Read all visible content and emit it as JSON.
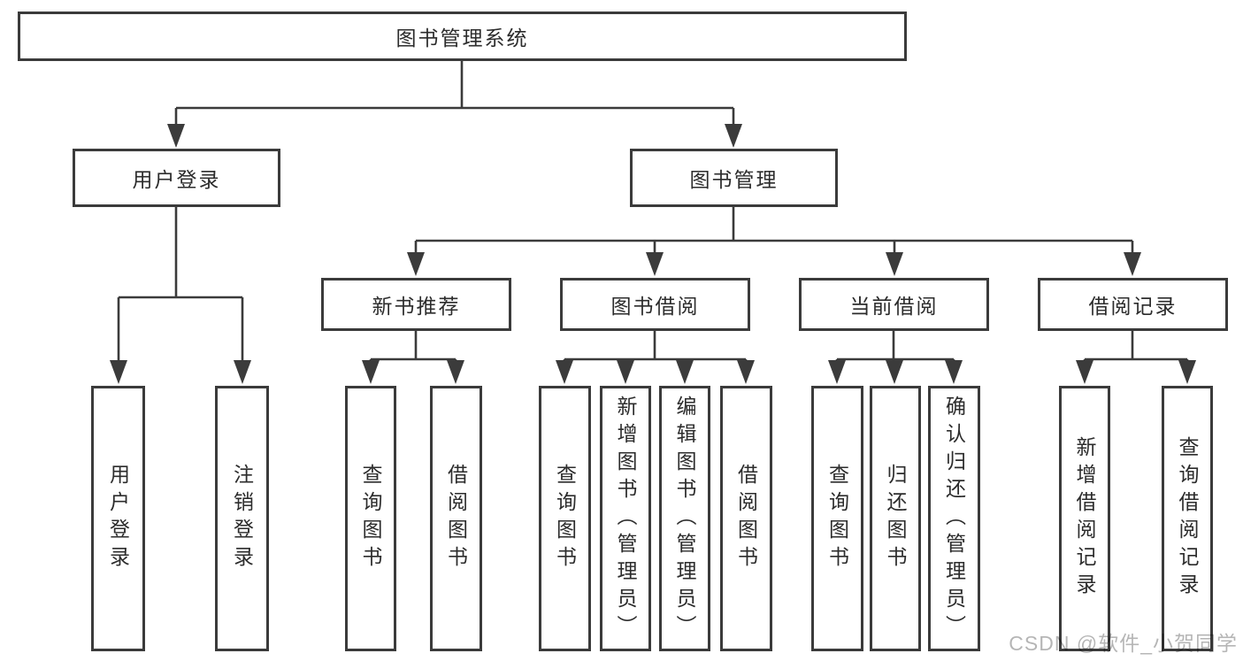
{
  "diagram": {
    "tree": {
      "label": "图书管理系统",
      "children": [
        {
          "label": "用户登录",
          "children": [
            {
              "label": "用户登录"
            },
            {
              "label": "注销登录"
            }
          ]
        },
        {
          "label": "图书管理",
          "children": [
            {
              "label": "新书推荐",
              "children": [
                {
                  "label": "查询图书"
                },
                {
                  "label": "借阅图书"
                }
              ]
            },
            {
              "label": "图书借阅",
              "children": [
                {
                  "label": "查询图书"
                },
                {
                  "label": "新增图书（管理员）"
                },
                {
                  "label": "编辑图书（管理员）"
                },
                {
                  "label": "借阅图书"
                }
              ]
            },
            {
              "label": "当前借阅",
              "children": [
                {
                  "label": "查询图书"
                },
                {
                  "label": "归还图书"
                },
                {
                  "label": "确认归还（管理员）"
                }
              ]
            },
            {
              "label": "借阅记录",
              "children": [
                {
                  "label": "新增借阅记录"
                },
                {
                  "label": "查询借阅记录"
                }
              ]
            }
          ]
        }
      ]
    },
    "colors": {
      "line": "#3b3b3b",
      "text": "#2c2c2c",
      "background": "#ffffff",
      "watermark": "#b5b5b5"
    }
  },
  "watermark": {
    "text": "CSDN @软件_小贺同学"
  }
}
